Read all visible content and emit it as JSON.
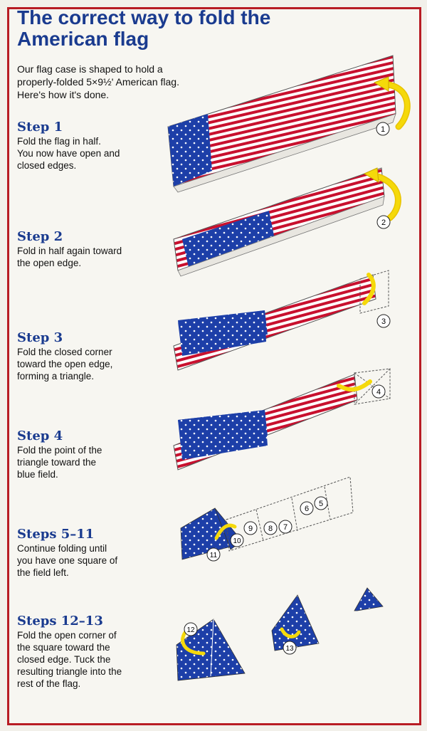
{
  "title": {
    "line1": "The correct way to fold the",
    "line2": "American flag"
  },
  "intro": {
    "line1": "Our flag case is shaped to hold a",
    "line2": "properly-folded 5×9½' American flag.",
    "line3": "Here's how it's done."
  },
  "steps": [
    {
      "heading": "Step 1",
      "lines": [
        "Fold the flag in half.",
        "You now have open and",
        "closed edges."
      ]
    },
    {
      "heading": "Step 2",
      "lines": [
        "Fold in half again toward",
        "the open edge."
      ]
    },
    {
      "heading": "Step 3",
      "lines": [
        "Fold the closed corner",
        "toward the open edge,",
        "forming a triangle."
      ]
    },
    {
      "heading": "Step 4",
      "lines": [
        "Fold the point of the",
        "triangle toward the",
        "blue field."
      ]
    },
    {
      "heading": "Steps 5–11",
      "lines": [
        "Continue folding until",
        "you have one square of",
        "the field left."
      ]
    },
    {
      "heading": "Steps 12–13",
      "lines": [
        "Fold the open corner of",
        "the square toward the",
        "closed edge. Tuck the",
        "resulting triangle into the",
        "rest of the flag."
      ]
    }
  ],
  "markers": {
    "m1": "1",
    "m2": "2",
    "m3": "3",
    "m4": "4",
    "m5": "5",
    "m6": "6",
    "m7": "7",
    "m8": "8",
    "m9": "9",
    "m10": "10",
    "m11": "11",
    "m12": "12",
    "m13": "13"
  },
  "colors": {
    "title_blue": "#1a3b8f",
    "flag_red": "#c8102e",
    "flag_blue": "#1d3fa8",
    "arrow_yellow": "#f5d90a",
    "frame_red": "#b81c24"
  }
}
